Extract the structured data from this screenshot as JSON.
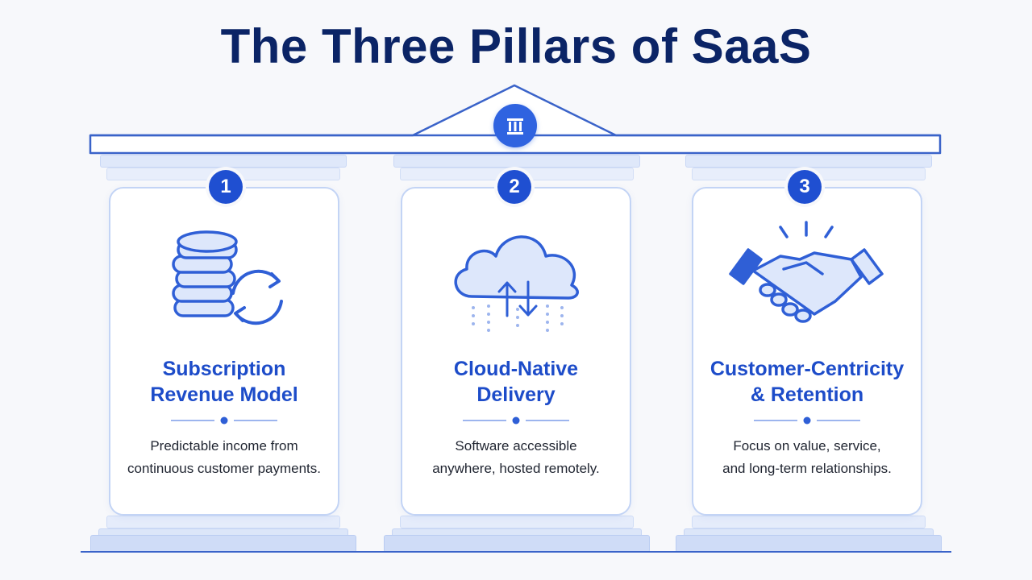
{
  "title": "The Three Pillars of SaaS",
  "roof_icon": "classical-building-icon",
  "colors": {
    "title": "#0b2466",
    "accent": "#1f4fd1",
    "card_title": "#1d4cc9",
    "card_border": "#c3d4f5",
    "icon_fill": "#dde7fb"
  },
  "pillars": [
    {
      "number": "1",
      "icon": "coins-recurring-icon",
      "title_line1": "Subscription",
      "title_line2": "Revenue Model",
      "desc_line1": "Predictable income from",
      "desc_line2": "continuous customer payments."
    },
    {
      "number": "2",
      "icon": "cloud-upload-download-icon",
      "title_line1": "Cloud-Native",
      "title_line2": "Delivery",
      "desc_line1": "Software accessible",
      "desc_line2": "anywhere, hosted remotely."
    },
    {
      "number": "3",
      "icon": "handshake-icon",
      "title_line1": "Customer-Centricity",
      "title_line2": "& Retention",
      "desc_line1": "Focus on value, service,",
      "desc_line2": "and long-term relationships."
    }
  ]
}
